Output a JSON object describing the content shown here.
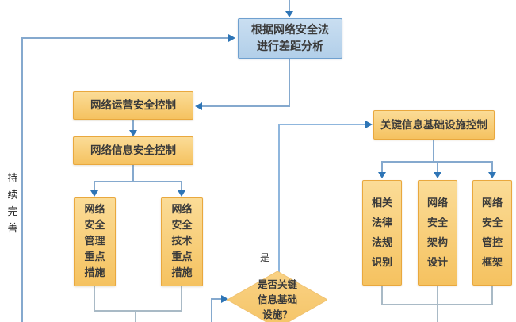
{
  "nodes": {
    "gap_analysis": {
      "label": "根据网络安全法\n进行差距分析"
    },
    "operation_control": {
      "label": "网络运营安全控制"
    },
    "info_control": {
      "label": "网络信息安全控制"
    },
    "mgmt_measures": {
      "label": "网络\n安全\n管理\n重点\n措施"
    },
    "tech_measures": {
      "label": "网络\n安全\n技术\n重点\n措施"
    },
    "decision": {
      "label": "是否关键\n信息基础\n设施？"
    },
    "cii_control": {
      "label": "关键信息基础设施控制"
    },
    "laws_identify": {
      "label": "相关\n法律\n法规\n识别"
    },
    "arch_design": {
      "label": "网络\n安全\n架构\n设计"
    },
    "mgmt_framework": {
      "label": "网络\n安全\n管控\n框架"
    }
  },
  "labels": {
    "continuous_improvement": "持\n续\n完\n善",
    "yes": "是"
  },
  "colors": {
    "process_fill": "#F8CB76",
    "process_border": "#E9A83E",
    "highlight_fill": "#BDD7EE",
    "highlight_border": "#6FA0CF",
    "decision_fill": "#F8CC7D",
    "connector_blue": "#85A9CE",
    "connector_gray": "#A9BAC6",
    "arrowhead": "#2E75B6",
    "text": "#3A3A3A"
  }
}
